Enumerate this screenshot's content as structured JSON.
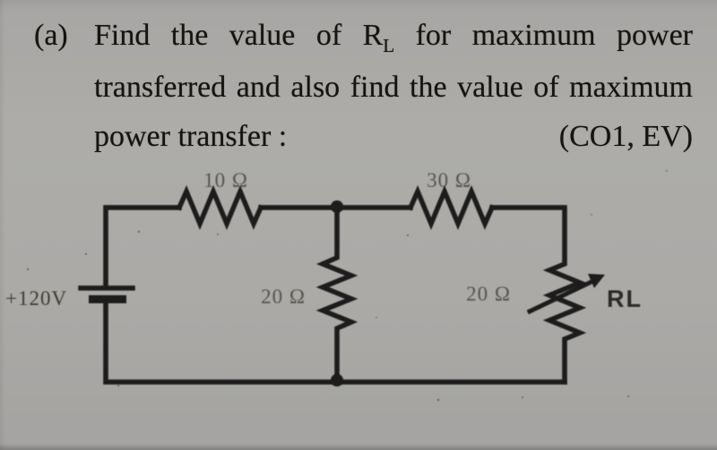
{
  "question": {
    "item_label": "(a)",
    "line1_pre": "Find the value of R",
    "line1_sub": "L",
    "line1_post": " for maximum power",
    "line2": "transferred and also find the value of maximum",
    "line3_left": "power transfer :",
    "line3_right": "(CO1, EV)"
  },
  "circuit": {
    "source": {
      "label": "+120V"
    },
    "resistor_top_left": {
      "label": "10 Ω"
    },
    "resistor_top_right": {
      "label": "30 Ω"
    },
    "resistor_middle": {
      "label": "20 Ω"
    },
    "load_resistor": {
      "label": "20 Ω",
      "name": "RL"
    },
    "colors": {
      "ink": "#1d1c1a",
      "label_ink": "#45443e",
      "paper": "#a9a8a6"
    }
  }
}
